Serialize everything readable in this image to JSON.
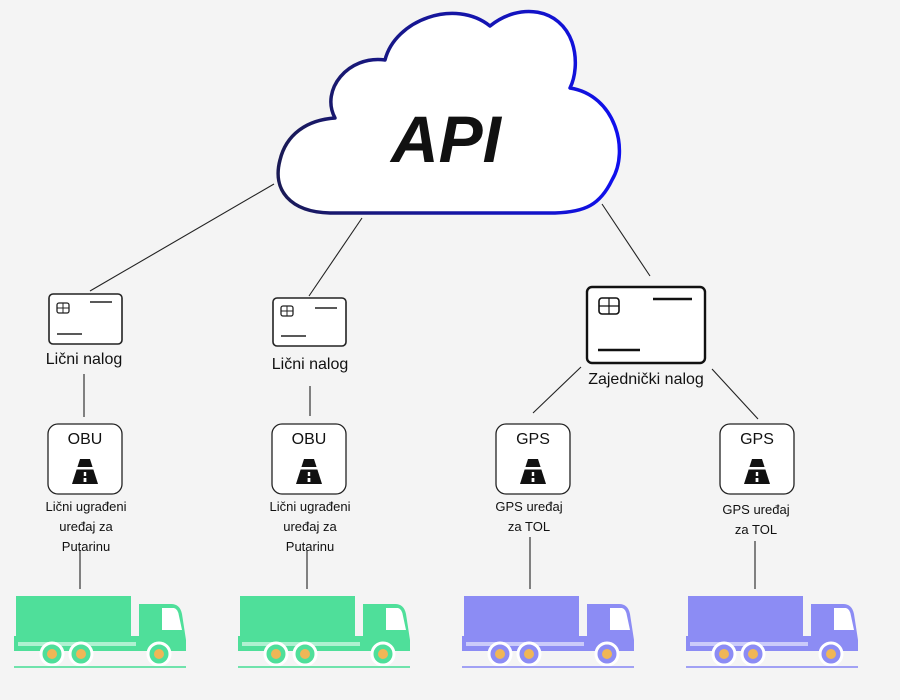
{
  "cloud": {
    "label": "API",
    "gradient_start": "#1a1a55",
    "gradient_end": "#1010ee"
  },
  "accounts": [
    {
      "label": "Lični nalog"
    },
    {
      "label": "Lični nalog"
    },
    {
      "label": "Zajednički nalog"
    }
  ],
  "devices": [
    {
      "type": "OBU",
      "icon": "highway-icon",
      "caption_lines": [
        "Lični ugrađeni",
        "uređaj za",
        "Putarinu"
      ]
    },
    {
      "type": "OBU",
      "icon": "highway-icon",
      "caption_lines": [
        "Lični ugrađeni",
        "uređaj za",
        "Putarinu"
      ]
    },
    {
      "type": "GPS",
      "icon": "highway-icon",
      "caption_lines": [
        "GPS uređaj",
        "za TOL"
      ]
    },
    {
      "type": "GPS",
      "icon": "highway-icon",
      "caption_lines": [
        "GPS uređaj",
        "za TOL"
      ]
    }
  ],
  "trucks": [
    {
      "color": "#4fdf9a",
      "cab_color": "#4fdf9a"
    },
    {
      "color": "#4fdf9a",
      "cab_color": "#4fdf9a"
    },
    {
      "color": "#8c8cf4",
      "cab_color": "#8c8cf4"
    },
    {
      "color": "#8c8cf4",
      "cab_color": "#8c8cf4"
    }
  ]
}
